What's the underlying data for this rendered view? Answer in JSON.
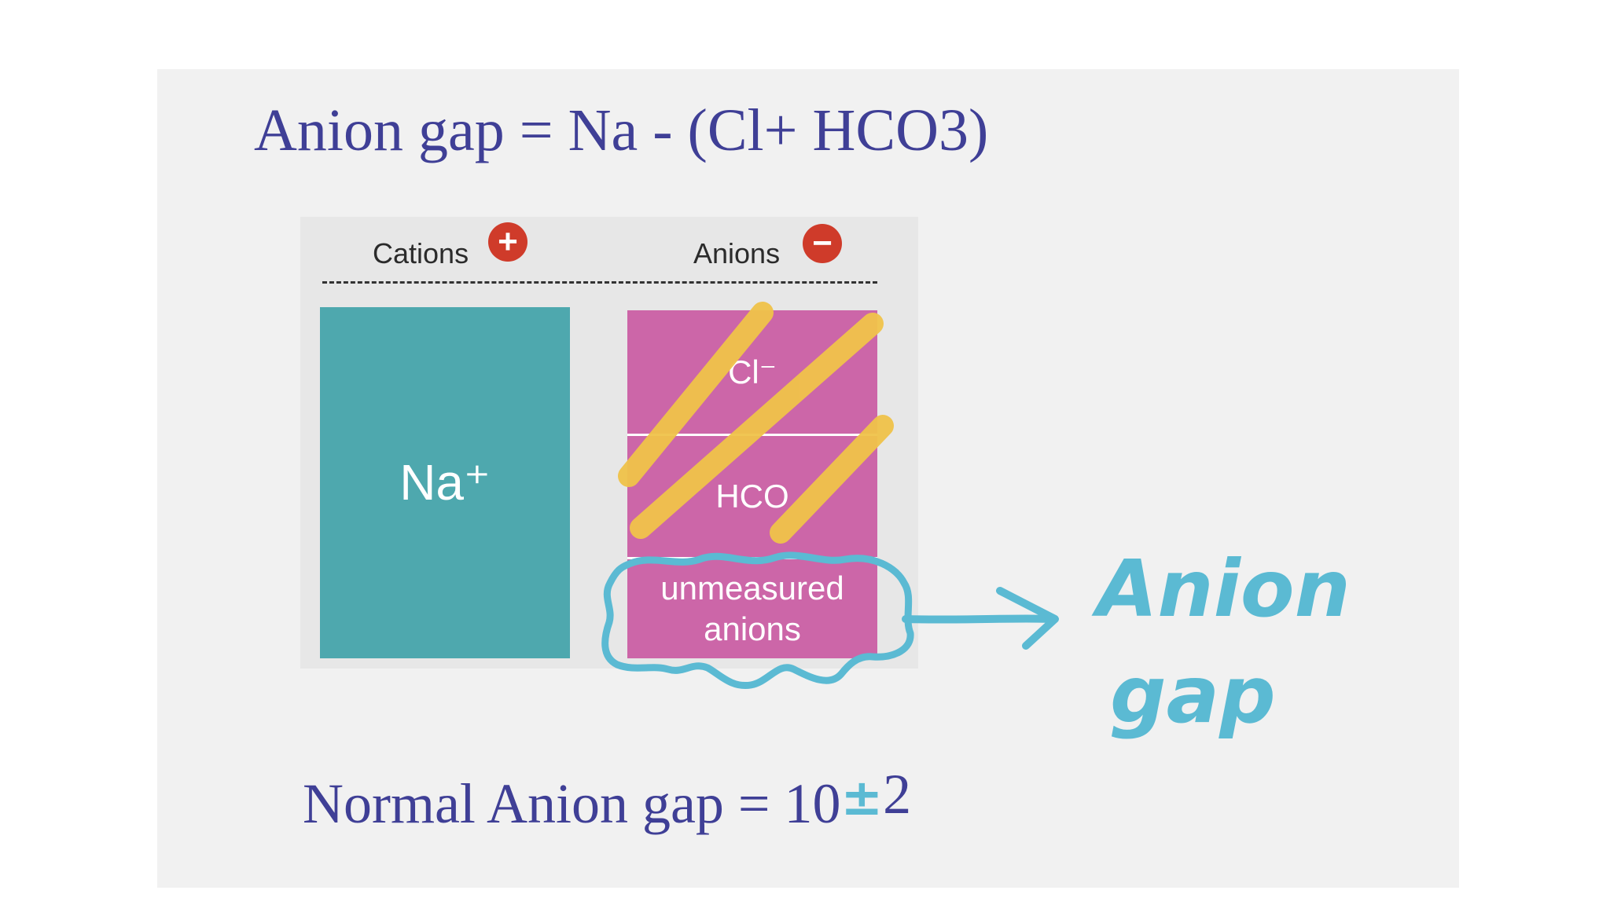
{
  "formula": "Anion gap = Na - (Cl+ HCO3)",
  "cations": {
    "label": "Cations",
    "sign": "+"
  },
  "anions": {
    "label": "Anions",
    "sign": "−"
  },
  "na_block": {
    "label": "Na⁺"
  },
  "anion_segments": {
    "cl": "Cl⁻",
    "hco": "HCO",
    "unmeasured": "unmeasured anions"
  },
  "handwritten": {
    "line1": "Anion",
    "line2": "gap"
  },
  "normal": {
    "text": "Normal Anion gap = 10",
    "plusminus": "±",
    "value": "2"
  },
  "colors": {
    "title_text": "#3f3f96",
    "na_block": "#4ea8ae",
    "anion_block": "#cc66a8",
    "sign_circle": "#cf3b2a",
    "highlighter_yellow": "#f0c34a",
    "annotation_blue": "#5bbad3"
  }
}
